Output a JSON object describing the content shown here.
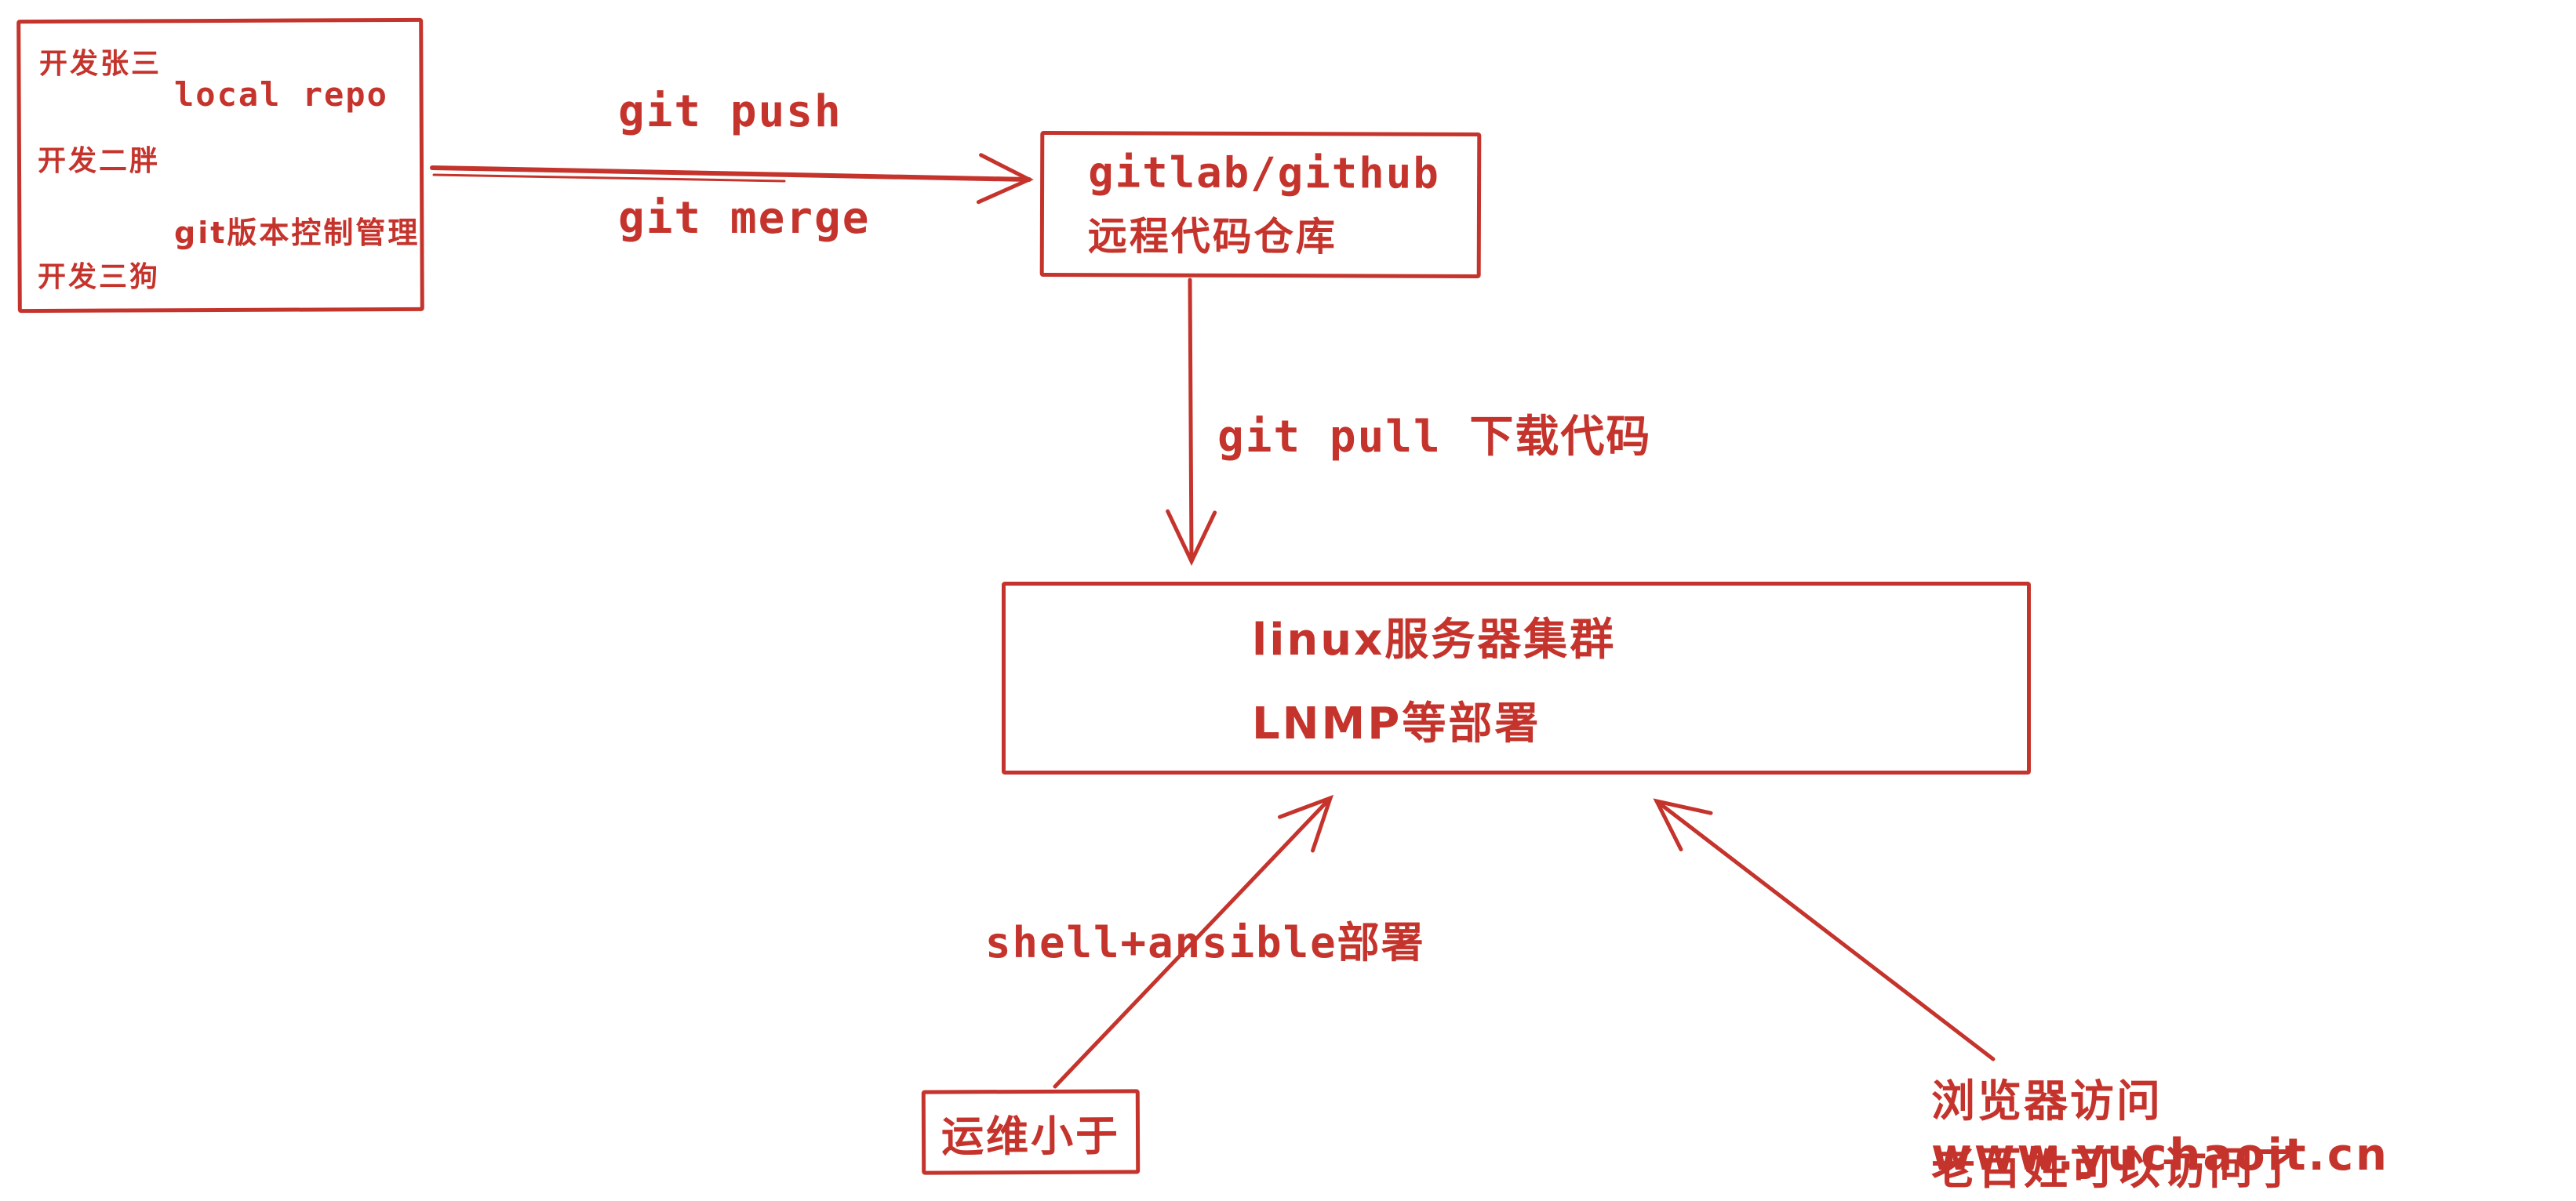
{
  "colors": {
    "ink": "#c5342c",
    "canvas_bg": "#ffffff"
  },
  "dev_box": {
    "developer_1": "开发张三",
    "local_repo": "local repo",
    "developer_2": "开发二胖",
    "version_control": "git版本控制管理",
    "developer_3": "开发三狗"
  },
  "edge_labels": {
    "push": "git push",
    "merge": "git merge",
    "pull": "git pull 下载代码",
    "deploy": "shell+ansible部署"
  },
  "remote_box": {
    "line1": "gitlab/github",
    "line2": "远程代码仓库"
  },
  "linux_box": {
    "line1": "linux服务器集群",
    "line2": "LNMP等部署"
  },
  "ops_box": {
    "label": "运维小于"
  },
  "visitor_note": {
    "line1": "浏览器访问 www.yuchaoit.cn",
    "line2": "老百姓可以访问了"
  }
}
